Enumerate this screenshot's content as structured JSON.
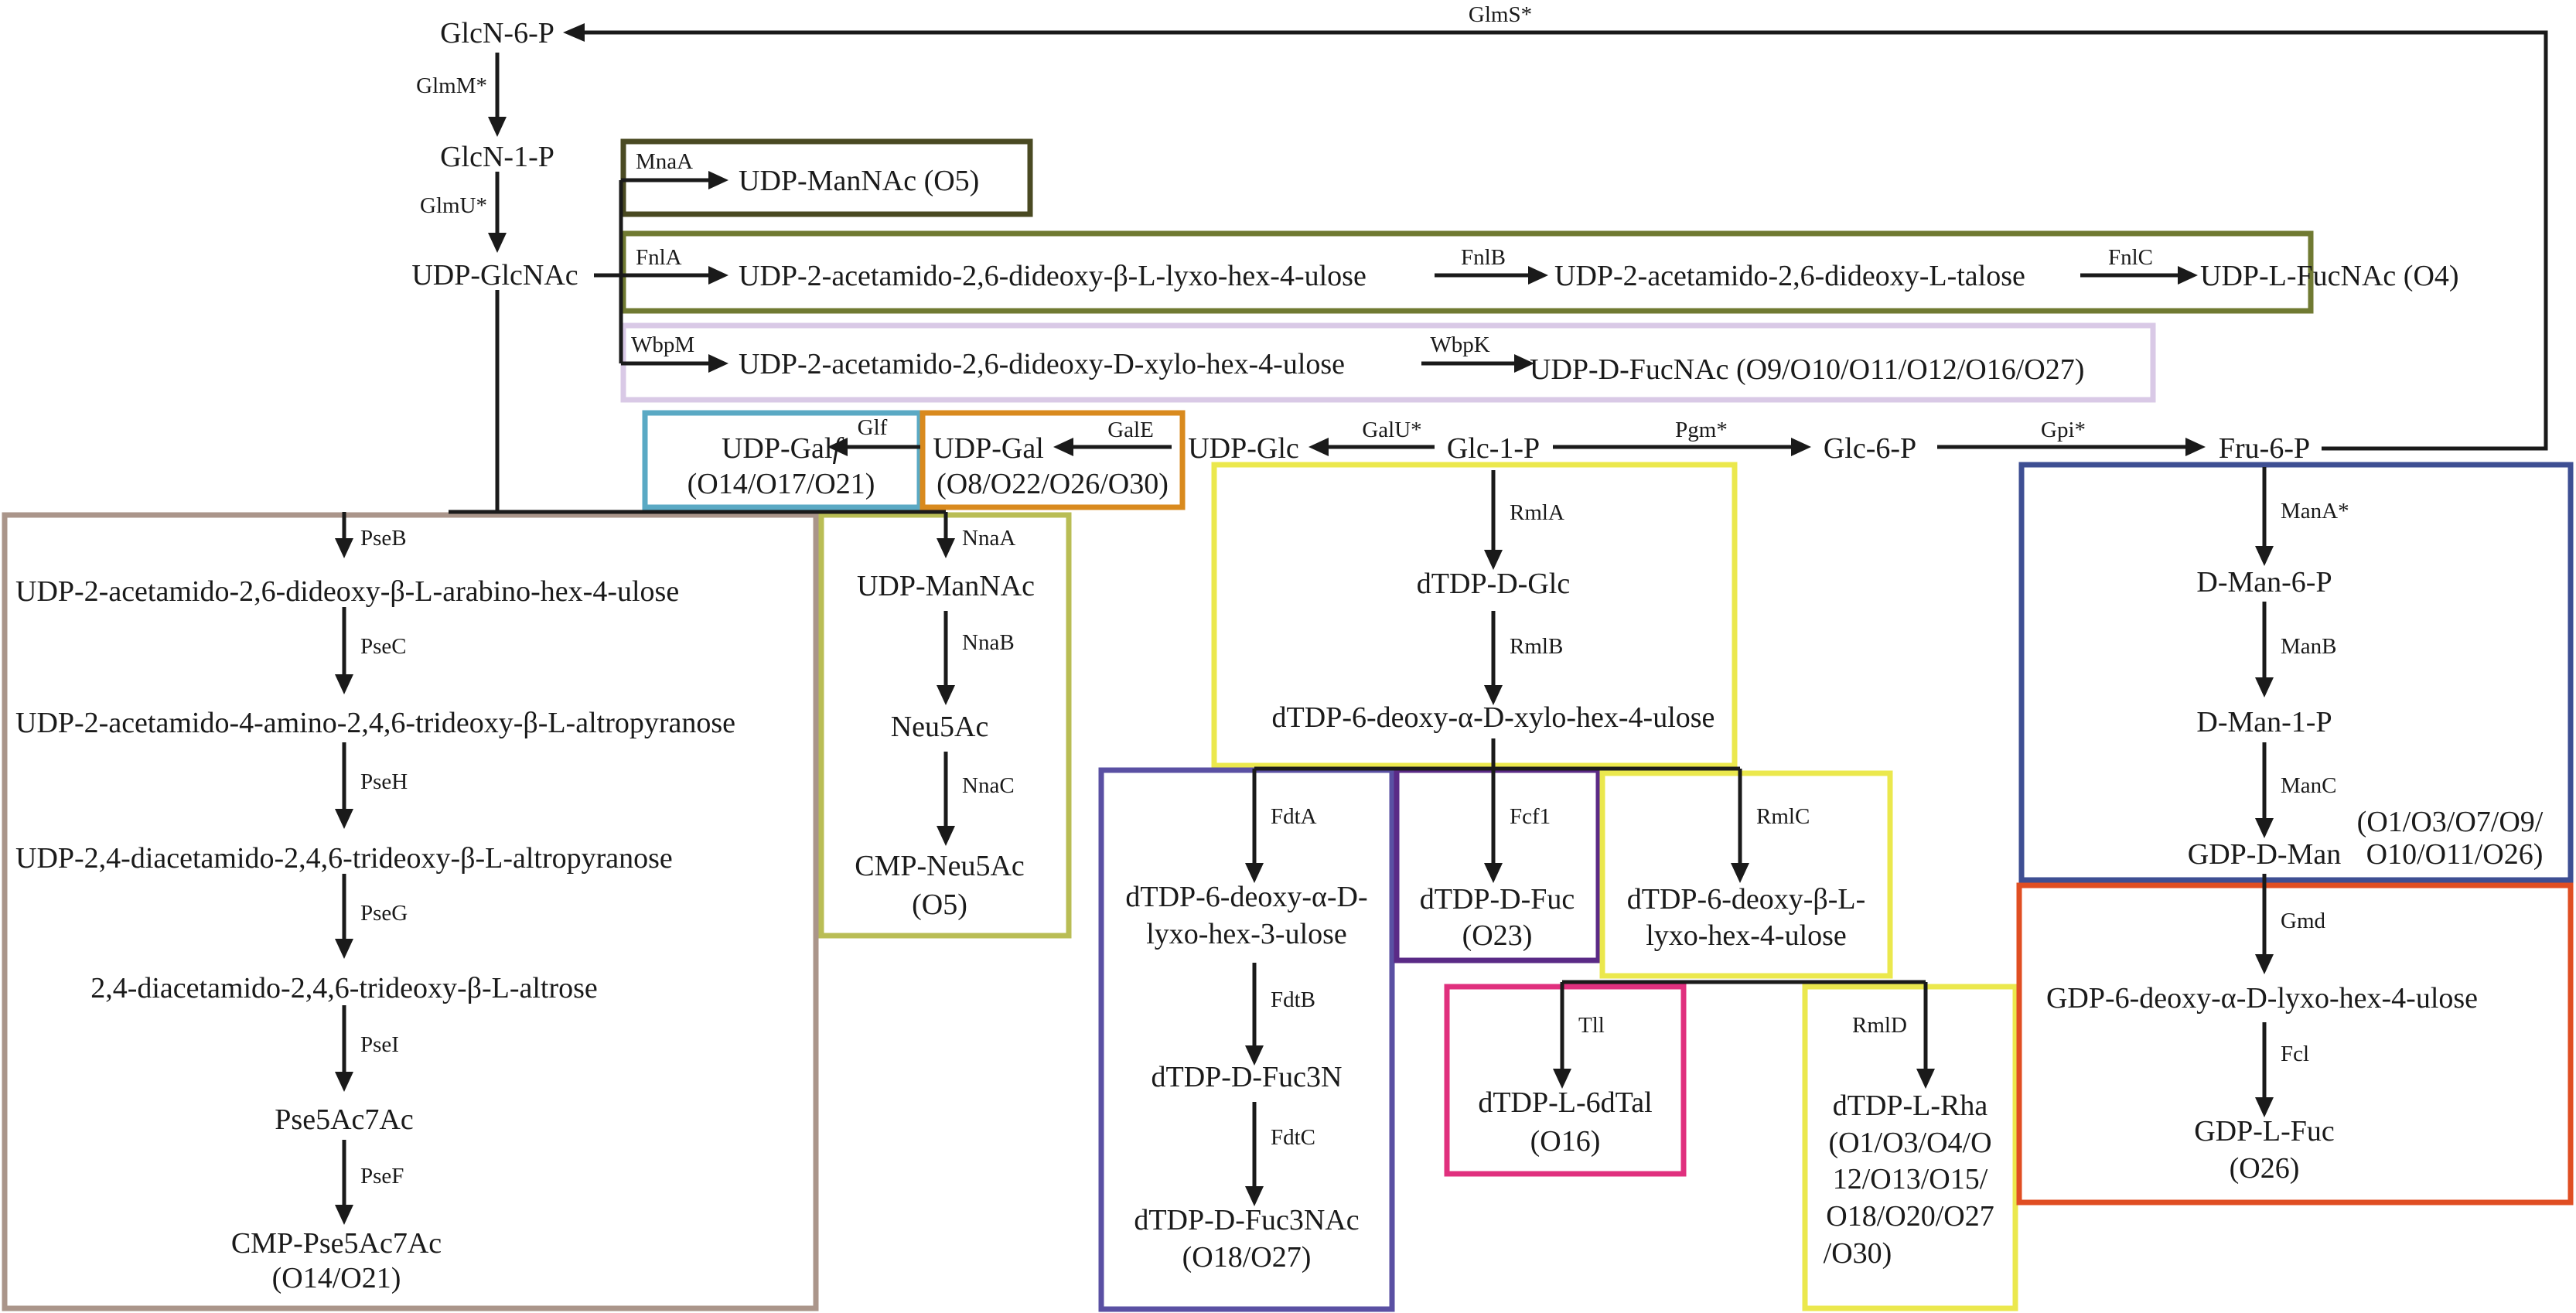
{
  "colors": {
    "ink": "#1a1a1a",
    "mnaa_box": "#4a4a22",
    "fnl_box": "#707a32",
    "wbp_box": "#d9c9e6",
    "galf_box": "#5aa9c4",
    "gal_box": "#d98a1e",
    "pse_box": "#aa958a",
    "nna_box": "#b9bd55",
    "rml_box": "#ebe84d",
    "fdt_box": "#5a50a3",
    "fcf_box": "#5a2a86",
    "tll_box": "#e0307e",
    "man_box": "#3e4f93",
    "gmd_box": "#e04e22"
  },
  "nodes": {
    "glcn6p": "GlcN-6-P",
    "glcn1p": "GlcN-1-P",
    "udpglcnac": "UDP-GlcNAc",
    "udp_mannac_o5": "UDP-ManNAc (O5)",
    "fnl_i1": "UDP-2-acetamido-2,6-dideoxy-β-L-lyxo-hex-4-ulose",
    "fnl_i2": "UDP-2-acetamido-2,6-dideoxy-L-talose",
    "fnl_end": "UDP-L-FucNAc (O4)",
    "wbp_i1": "UDP-2-acetamido-2,6-dideoxy-D-xylo-hex-4-ulose",
    "wbp_end": "UDP-D-FucNAc (O9/O10/O11/O12/O16/O27)",
    "udpgalf_a": "UDP-Gal",
    "udpgalf_b": "f",
    "udpgalf_sero": "(O14/O17/O21)",
    "udpgal": "UDP-Gal",
    "udpgal_sero": "(O8/O22/O26/O30)",
    "udpglc": "UDP-Glc",
    "glc1p": "Glc-1-P",
    "glc6p": "Glc-6-P",
    "fru6p": "Fru-6-P",
    "pse_1": "UDP-2-acetamido-2,6-dideoxy-β-L-arabino-hex-4-ulose",
    "pse_2": "UDP-2-acetamido-4-amino-2,4,6-trideoxy-β-L-altropyranose",
    "pse_3": "UDP-2,4-diacetamido-2,4,6-trideoxy-β-L-altropyranose",
    "pse_4": "2,4-diacetamido-2,4,6-trideoxy-β-L-altrose",
    "pse_5": "Pse5Ac7Ac",
    "pse_6": "CMP-Pse5Ac7Ac",
    "pse_6_sero": "(O14/O21)",
    "nna_1": "UDP-ManNAc",
    "nna_2": "Neu5Ac",
    "nna_3": "CMP-Neu5Ac",
    "nna_3_sero": "(O5)",
    "rml_1": "dTDP-D-Glc",
    "rml_2": "dTDP-6-deoxy-α-D-xylo-hex-4-ulose",
    "fdt_1a": "dTDP-6-deoxy-α-D-",
    "fdt_1b": "lyxo-hex-3-ulose",
    "fdt_2": "dTDP-D-Fuc3N",
    "fdt_3": "dTDP-D-Fuc3NAc",
    "fdt_3_sero": "(O18/O27)",
    "fcf_1": "dTDP-D-Fuc",
    "fcf_1_sero": "(O23)",
    "rmlc_1a": "dTDP-6-deoxy-β-L-",
    "rmlc_1b": "lyxo-hex-4-ulose",
    "tll_1": "dTDP-L-6dTal",
    "tll_1_sero": "(O16)",
    "rha_1": "dTDP-L-Rha",
    "rha_s1": "(O1/O3/O4/O",
    "rha_s2": "12/O13/O15/",
    "rha_s3": "O18/O20/O27",
    "rha_s4": "/O30)",
    "man_1": "D-Man-6-P",
    "man_2": "D-Man-1-P",
    "man_3": "GDP-D-Man",
    "man_3_sero_a": "(O1/O3/O7/O9/",
    "man_3_sero_b": "O10/O11/O26)",
    "gmd_1": "GDP-6-deoxy-α-D-lyxo-hex-4-ulose",
    "gmd_2": "GDP-L-Fuc",
    "gmd_2_sero": "(O26)"
  },
  "enzymes": {
    "glms": "GlmS*",
    "glmm": "GlmM*",
    "glmu": "GlmU*",
    "mnaa": "MnaA",
    "fnla": "FnlA",
    "fnlb": "FnlB",
    "fnlc": "FnlC",
    "wbpm": "WbpM",
    "wbpk": "WbpK",
    "glf": "Glf",
    "gale": "GalE",
    "galu": "GalU*",
    "pgm": "Pgm*",
    "gpi": "Gpi*",
    "pseb": "PseB",
    "psec": "PseC",
    "pseh": "PseH",
    "pseg": "PseG",
    "psei": "PseI",
    "psef": "PseF",
    "nnaa": "NnaA",
    "nnab": "NnaB",
    "nnac": "NnaC",
    "rmla": "RmlA",
    "rmlb": "RmlB",
    "fdta": "FdtA",
    "fdtb": "FdtB",
    "fdtc": "FdtC",
    "fcf1": "Fcf1",
    "rmlc": "RmlC",
    "tll": "Tll",
    "rmld": "RmlD",
    "mana": "ManA*",
    "manb": "ManB",
    "manc": "ManC",
    "gmd": "Gmd",
    "fcl": "Fcl"
  }
}
